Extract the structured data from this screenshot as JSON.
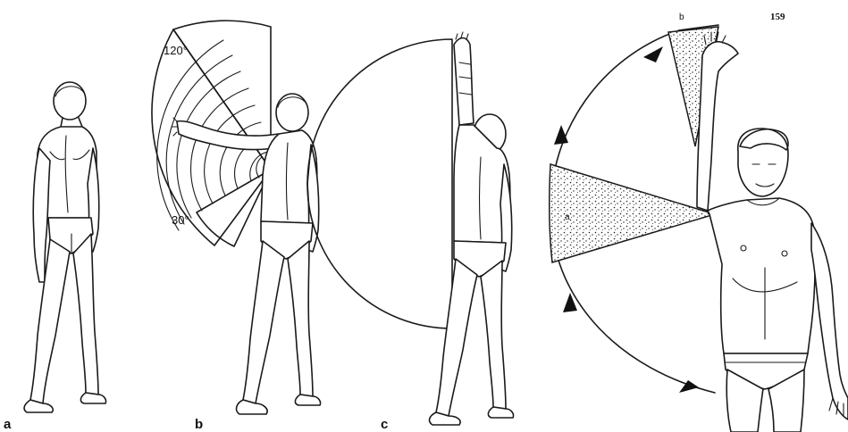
{
  "panels": [
    {
      "letter": "a"
    },
    {
      "letter": "b",
      "angle_upper": "120°",
      "angle_lower": "30°"
    },
    {
      "letter": "c"
    }
  ],
  "right_figure": {
    "sector_upper_label": "b",
    "sector_middle_label": "a",
    "page_number": "159"
  }
}
